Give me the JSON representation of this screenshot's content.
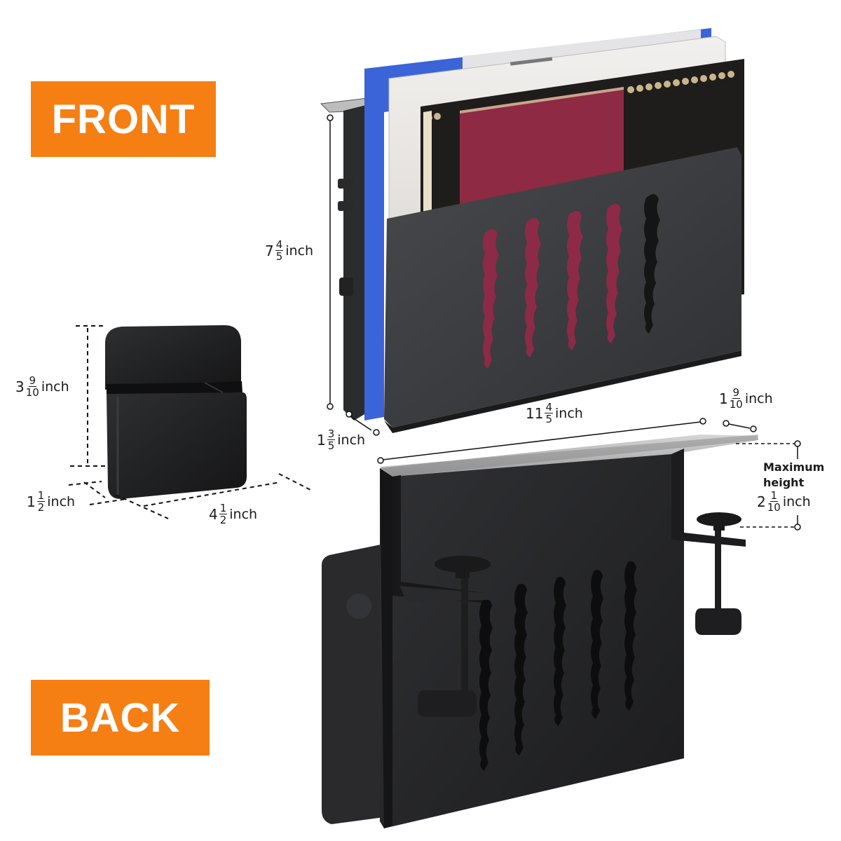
{
  "badges": {
    "front": "FRONT",
    "back": "BACK"
  },
  "colors": {
    "badge_orange": "#f57f13",
    "metal_dark": "#3b3d40",
    "metal_back": "#26272a",
    "file_blue": "#3a64d8",
    "book_red": "#8e2a43"
  },
  "dimensions": {
    "organizer_height": {
      "whole": "7",
      "num": "4",
      "den": "5",
      "unit": "inch"
    },
    "organizer_depth": {
      "whole": "1",
      "num": "3",
      "den": "5",
      "unit": "inch"
    },
    "organizer_width": {
      "whole": "11",
      "num": "4",
      "den": "5",
      "unit": "inch"
    },
    "hook_depth": {
      "whole": "1",
      "num": "9",
      "den": "10",
      "unit": "inch"
    },
    "max_clamp_height": {
      "label_line1": "Maximum",
      "label_line2": "height",
      "whole": "2",
      "num": "1",
      "den": "10",
      "unit": "inch"
    },
    "pen_holder_height": {
      "whole": "3",
      "num": "9",
      "den": "10",
      "unit": "inch"
    },
    "pen_holder_depth": {
      "whole": "1",
      "num": "1",
      "den": "2",
      "unit": "inch"
    },
    "pen_holder_width": {
      "whole": "4",
      "num": "1",
      "den": "2",
      "unit": "inch"
    }
  },
  "products": {
    "front_view": "file-organizer-front",
    "back_view": "file-organizer-back-with-clamps",
    "accessory": "pen-holder"
  }
}
